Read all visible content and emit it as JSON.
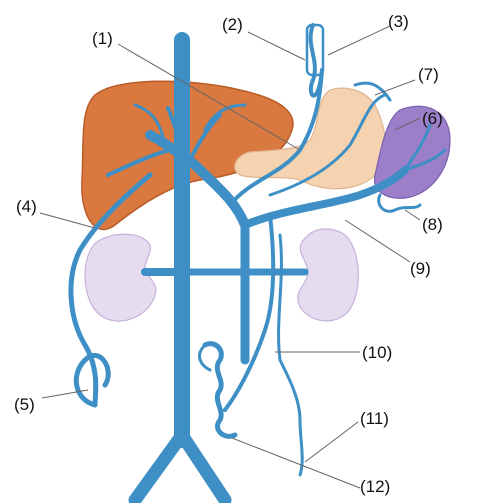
{
  "labels": [
    {
      "id": "l1",
      "text": "(1)"
    },
    {
      "id": "l2",
      "text": "(2)"
    },
    {
      "id": "l3",
      "text": "(3)"
    },
    {
      "id": "l4",
      "text": "(4)"
    },
    {
      "id": "l5",
      "text": "(5)"
    },
    {
      "id": "l6",
      "text": "(6)"
    },
    {
      "id": "l7",
      "text": "(7)"
    },
    {
      "id": "l8",
      "text": "(8)"
    },
    {
      "id": "l9",
      "text": "(9)"
    },
    {
      "id": "l10",
      "text": "(10)"
    },
    {
      "id": "l11",
      "text": "(11)"
    },
    {
      "id": "l12",
      "text": "(12)"
    }
  ],
  "colors": {
    "vein": "#3d8fc6",
    "liver": "#d9783f",
    "stomach": "#f5d3b0",
    "spleen": "#9b7fc8",
    "kidney": "#e6dcf0"
  }
}
